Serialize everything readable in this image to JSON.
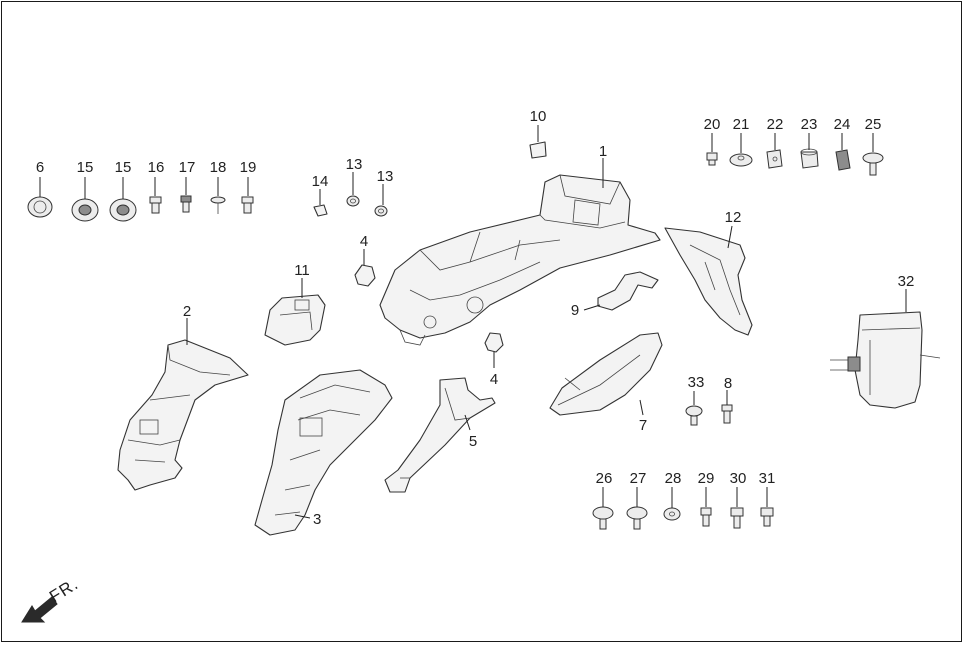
{
  "callouts": [
    {
      "id": "c1",
      "text": "1"
    },
    {
      "id": "c2",
      "text": "2"
    },
    {
      "id": "c3",
      "text": "3"
    },
    {
      "id": "c4a",
      "text": "4"
    },
    {
      "id": "c4b",
      "text": "4"
    },
    {
      "id": "c5",
      "text": "5"
    },
    {
      "id": "c6",
      "text": "6"
    },
    {
      "id": "c7",
      "text": "7"
    },
    {
      "id": "c8",
      "text": "8"
    },
    {
      "id": "c9",
      "text": "9"
    },
    {
      "id": "c10",
      "text": "10"
    },
    {
      "id": "c11",
      "text": "11"
    },
    {
      "id": "c12",
      "text": "12"
    },
    {
      "id": "c13a",
      "text": "13"
    },
    {
      "id": "c13b",
      "text": "13"
    },
    {
      "id": "c14",
      "text": "14"
    },
    {
      "id": "c15a",
      "text": "15"
    },
    {
      "id": "c15b",
      "text": "15"
    },
    {
      "id": "c16",
      "text": "16"
    },
    {
      "id": "c17",
      "text": "17"
    },
    {
      "id": "c18",
      "text": "18"
    },
    {
      "id": "c19",
      "text": "19"
    },
    {
      "id": "c20",
      "text": "20"
    },
    {
      "id": "c21",
      "text": "21"
    },
    {
      "id": "c22",
      "text": "22"
    },
    {
      "id": "c23",
      "text": "23"
    },
    {
      "id": "c24",
      "text": "24"
    },
    {
      "id": "c25",
      "text": "25"
    },
    {
      "id": "c26",
      "text": "26"
    },
    {
      "id": "c27",
      "text": "27"
    },
    {
      "id": "c28",
      "text": "28"
    },
    {
      "id": "c29",
      "text": "29"
    },
    {
      "id": "c30",
      "text": "30"
    },
    {
      "id": "c31",
      "text": "31"
    },
    {
      "id": "c32",
      "text": "32"
    },
    {
      "id": "c33",
      "text": "33"
    }
  ],
  "direction": {
    "text": "FR."
  },
  "colors": {
    "line": "#222222",
    "part_fill": "#f3f3f3",
    "background": "#ffffff"
  }
}
